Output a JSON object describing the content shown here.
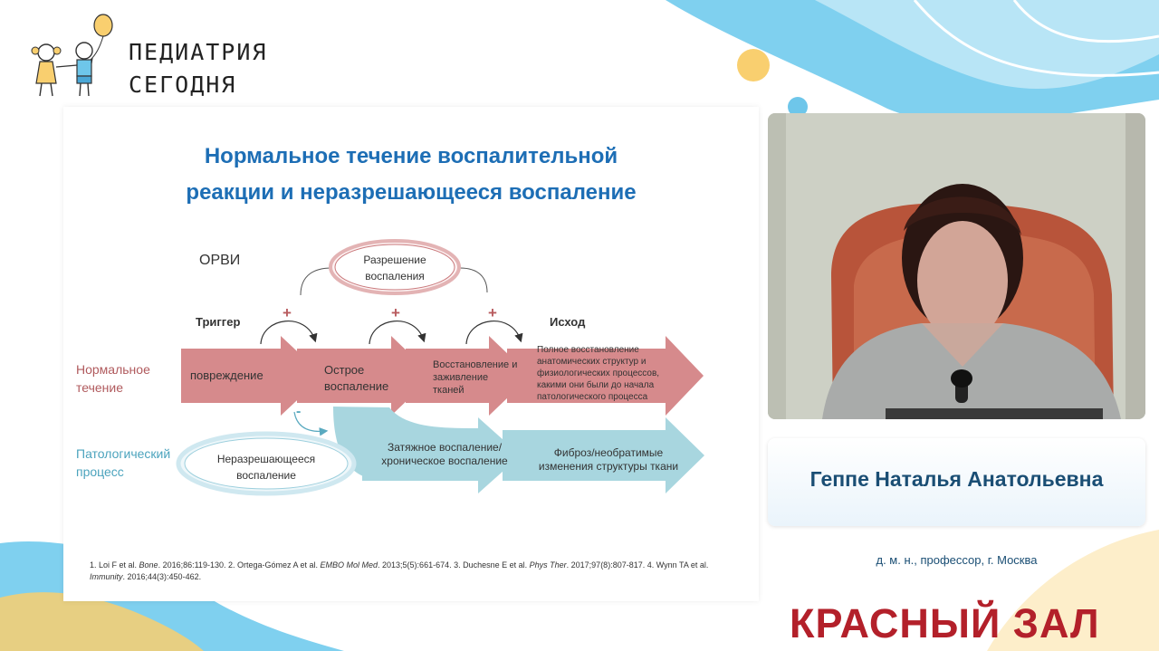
{
  "logo": {
    "line1": "ПЕДИАТРИЯ",
    "line2": "СЕГОДНЯ"
  },
  "slide": {
    "title_line1": "Нормальное течение воспалительной",
    "title_line2": "реакции и неразрешающееся воспаление",
    "orvi": "ОРВИ",
    "resolution": "Разрешение воспаления",
    "plus": "+",
    "minus": "-",
    "trigger": "Триггер",
    "outcome": "Исход",
    "normal_course": "Нормальное течение",
    "pathologic_process": "Патологический процесс",
    "arrows_top": [
      "повреждение",
      "Острое воспаление",
      "Восстановление и заживление тканей",
      "Полное восстановление анатомических структур и физиологических процессов, какими они были до начала патологического процесса"
    ],
    "unresolved": "Неразрешающееся воспаление",
    "arrows_bottom": [
      "Затяжное воспаление/хроническое воспаление",
      "Фиброз/необратимые изменения структуры ткани"
    ],
    "references": [
      {
        "text": "1. Loi F et al. ",
        "style": "normal"
      },
      {
        "text": "Bone",
        "style": "italic"
      },
      {
        "text": ". 2016;86:119-130. 2. Ortega-Gómez A et al. ",
        "style": "normal"
      },
      {
        "text": "EMBO Mol Med",
        "style": "italic"
      },
      {
        "text": ". 2013;5(5):661-674. 3. Duchesne E et al. ",
        "style": "normal"
      },
      {
        "text": "Phys Ther",
        "style": "italic"
      },
      {
        "text": ". 2017;97(8):807-817. 4. Wynn TA et al. ",
        "style": "normal"
      },
      {
        "text": "Immunity",
        "style": "italic"
      },
      {
        "text": ". 2016;44(3):450-462.",
        "style": "normal"
      }
    ]
  },
  "speaker": {
    "name": "Геппе Наталья Анатольевна",
    "title": "д. м. н., профессор, г. Москва"
  },
  "hall": "КРАСНЫЙ ЗАЛ",
  "colors": {
    "title_blue": "#1d6eb5",
    "arrow_red": "#d68a8c",
    "arrow_blue": "#a8d6df",
    "hall_red": "#b3202a",
    "name_blue": "#1a4e74",
    "accent_yellow": "#f9cf6f",
    "accent_sky": "#6ec6ea"
  }
}
